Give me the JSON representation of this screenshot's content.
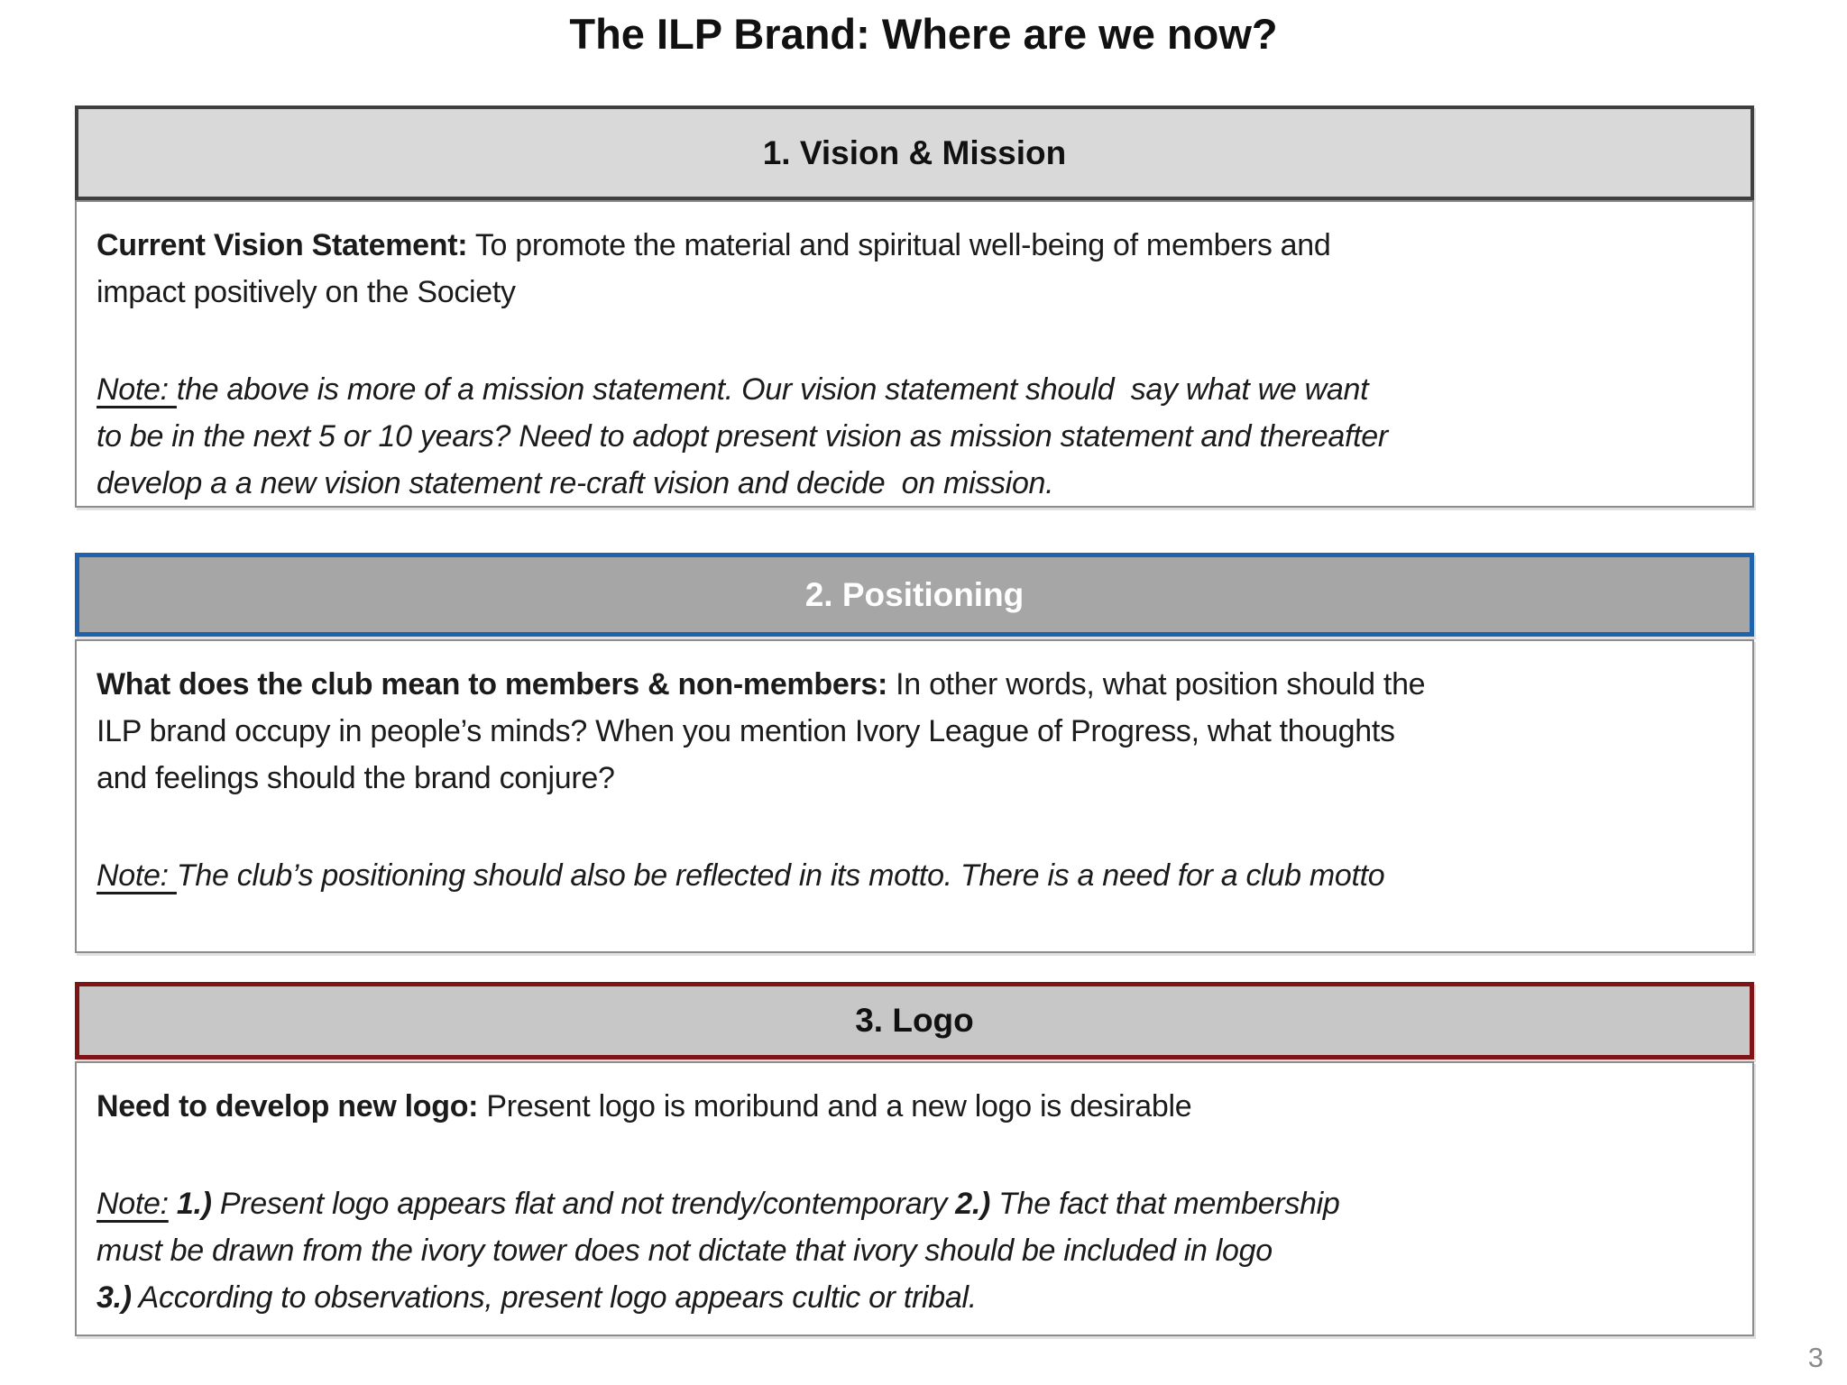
{
  "slide": {
    "title": "The ILP Brand: Where are we now?",
    "page_number": "3"
  },
  "colors": {
    "header1_fill": "#d9d9d9",
    "header1_border": "#3f3f3f",
    "header2_fill": "#a6a6a6",
    "header2_border": "#1e63ab",
    "header2_text": "#ffffff",
    "header3_fill": "#c7c7c7",
    "header3_border": "#7e1416",
    "body_border": "#8c8c8c",
    "text": "#1b1b1b"
  },
  "sections": [
    {
      "header": "1. Vision & Mission",
      "lines": [
        {
          "runs": [
            {
              "t": "Current Vision Statement:"
            },
            {
              "t": " To promote the material and spiritual well-being of members and"
            }
          ]
        },
        {
          "runs": [
            {
              "t": "impact positively on the Society"
            }
          ]
        },
        {
          "runs": [
            {
              "t": "Note: "
            },
            {
              "t": "the above is more of a mission statement. Our vision statement should  say what we want"
            }
          ]
        },
        {
          "runs": [
            {
              "t": "to be in the next 5 or 10 years? Need to adopt present vision as mission statement and thereafter"
            }
          ]
        },
        {
          "runs": [
            {
              "t": "develop a a new vision statement re-craft vision and decide  on mission."
            }
          ]
        }
      ]
    },
    {
      "header": "2. Positioning",
      "lines": [
        {
          "runs": [
            {
              "t": "What does the club mean to members & non-members:"
            },
            {
              "t": " In other words, what position should the"
            }
          ]
        },
        {
          "runs": [
            {
              "t": "ILP brand occupy in people’s minds? When you mention Ivory League of Progress, what thoughts"
            }
          ]
        },
        {
          "runs": [
            {
              "t": "and feelings should the brand conjure?"
            }
          ]
        },
        {
          "runs": [
            {
              "t": "Note: "
            },
            {
              "t": "The club’s positioning should also be reflected in its motto. There is a need for a club motto"
            }
          ]
        }
      ]
    },
    {
      "header": "3. Logo",
      "lines": [
        {
          "runs": [
            {
              "t": "Need to develop new logo:"
            },
            {
              "t": " Present logo is moribund and a new logo is desirable"
            }
          ]
        },
        {
          "runs": [
            {
              "t": "Note:"
            },
            {
              "t": " 1.)"
            },
            {
              "t": " Present logo appears flat and not trendy/contemporary "
            },
            {
              "t": "2.)"
            },
            {
              "t": " The fact that membership"
            }
          ]
        },
        {
          "runs": [
            {
              "t": "must be drawn from the ivory tower does not dictate that ivory should be included in logo"
            }
          ]
        },
        {
          "runs": [
            {
              "t": "3.)"
            },
            {
              "t": " According to observations, present logo appears cultic or tribal."
            }
          ]
        }
      ]
    }
  ]
}
